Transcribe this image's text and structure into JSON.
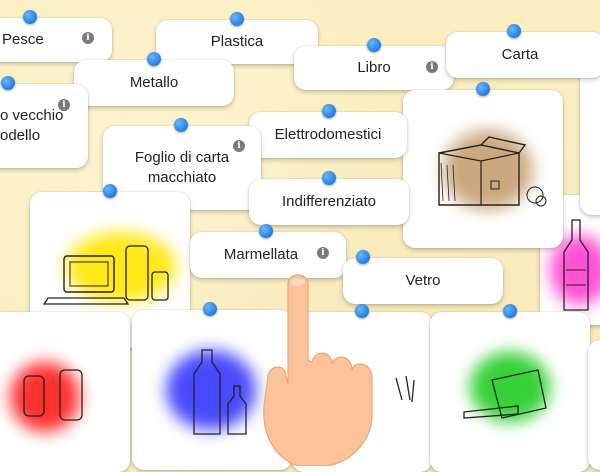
{
  "cards": {
    "pesce": "Pesce",
    "plastica": "Plastica",
    "metallo": "Metallo",
    "libro": "Libro",
    "carta": "Carta",
    "vecchio_line1": "o vecchio",
    "vecchio_line2": "odello",
    "elettrodomestici": "Elettrodomestici",
    "foglio_line1": "Foglio di carta",
    "foglio_line2": "macchiato",
    "indifferenziato": "Indifferenziato",
    "marmellata": "Marmellata",
    "vetro": "Vetro"
  },
  "info_symbol": "i",
  "colors": {
    "background": "#fbefc2",
    "pin": "#2b86e6",
    "glow_yellow": "#ffe600",
    "glow_blue": "#2a2aff",
    "glow_red": "#ff1a1a",
    "glow_green": "#22cc22",
    "glow_brown": "#b07a3a",
    "glow_magenta": "#ff33cc"
  }
}
